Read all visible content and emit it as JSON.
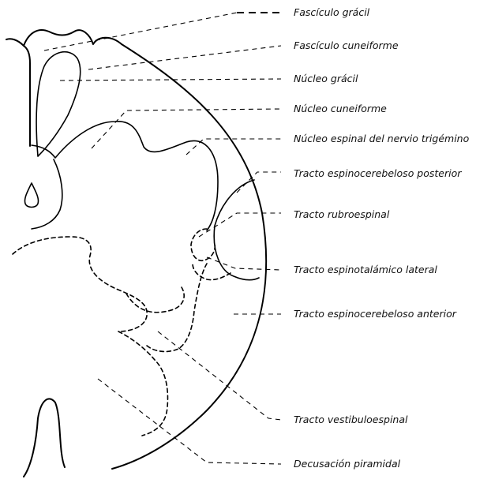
{
  "labels": {
    "fasciculo_gracil": "Fascículo grácil",
    "fasciculo_cuneiforme": "Fascículo cuneiforme",
    "nucleo_gracil": "Núcleo grácil",
    "nucleo_cuneiforme": "Núcleo cuneiforme",
    "nucleo_espinal_trigemino": "Núcleo espinal del nervio trigémino",
    "tracto_espinocerebeloso_posterior": "Tracto espinocerebeloso posterior",
    "tracto_rubroespinal": "Tracto rubroespinal",
    "tracto_espinotalamico_lateral": "Tracto espinotalámico lateral",
    "tracto_espinocerebeloso_anterior": "Tracto espinocerebeloso anterior",
    "tracto_vestibuloespinal": "Tracto vestibuloespinal",
    "decusacion_piramidal": "Decusación piramidal"
  }
}
